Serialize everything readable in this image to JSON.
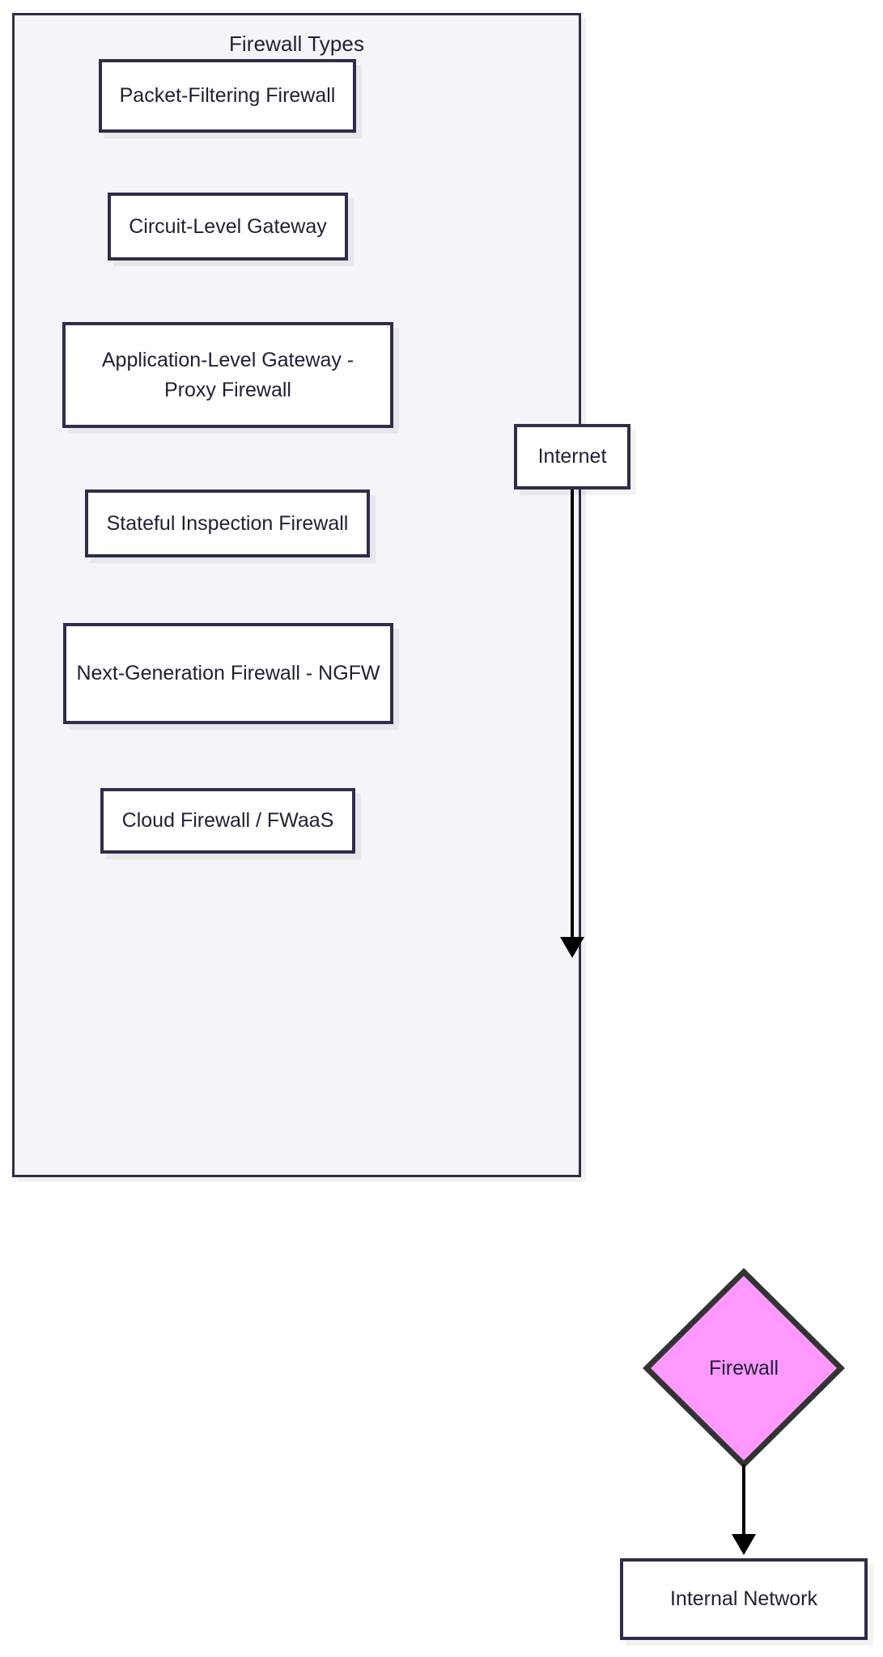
{
  "diagram": {
    "type": "flowchart",
    "background_color": "#ffffff",
    "node_border_color": "#2e2e4a",
    "node_fill_color": "#ffffff",
    "subgraph_fill_color": "#f4f5f9",
    "decision_fill_color": "#ff99ff",
    "decision_border_color": "#333333",
    "edge_color": "#000000",
    "text_color": "#1f2033"
  },
  "subgraph": {
    "title": "Firewall Types",
    "nodes": [
      {
        "id": "packet-filtering-firewall",
        "label": "Packet-Filtering Firewall"
      },
      {
        "id": "circuit-level-gateway",
        "label": "Circuit-Level Gateway"
      },
      {
        "id": "application-level-gateway",
        "label": "Application-Level Gateway - Proxy Firewall"
      },
      {
        "id": "stateful-inspection-firewall",
        "label": "Stateful Inspection Firewall"
      },
      {
        "id": "next-generation-firewall",
        "label": "Next-Generation Firewall - NGFW"
      },
      {
        "id": "cloud-firewall-fwaas",
        "label": "Cloud Firewall / FWaaS"
      }
    ]
  },
  "flow": {
    "nodes": [
      {
        "id": "internet",
        "label": "Internet",
        "shape": "rect"
      },
      {
        "id": "firewall",
        "label": "Firewall",
        "shape": "diamond"
      },
      {
        "id": "internal-network",
        "label": "Internal Network",
        "shape": "rect"
      }
    ],
    "edges": [
      {
        "from": "internet",
        "to": "firewall",
        "label": "",
        "arrow": "arrow"
      },
      {
        "from": "firewall",
        "to": "internal-network",
        "label": "",
        "arrow": "arrow"
      }
    ]
  }
}
